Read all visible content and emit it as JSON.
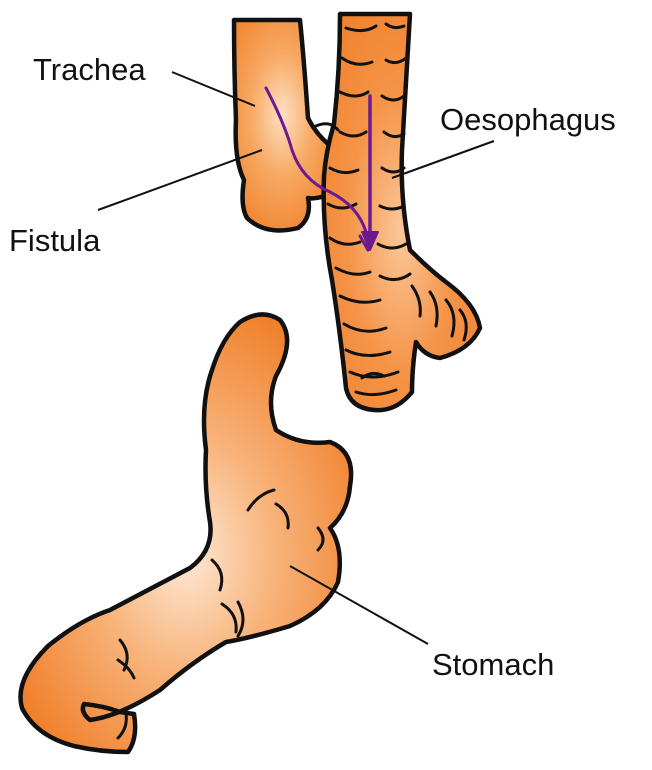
{
  "labels": {
    "trachea": "Trachea",
    "oesophagus": "Oesophagus",
    "fistula": "Fistula",
    "stomach": "Stomach"
  },
  "colors": {
    "tissue": "#f07f2a",
    "tissue_highlight": "#fde4cf",
    "outline": "#111111",
    "flow_arrow": "#6b1b8f"
  }
}
